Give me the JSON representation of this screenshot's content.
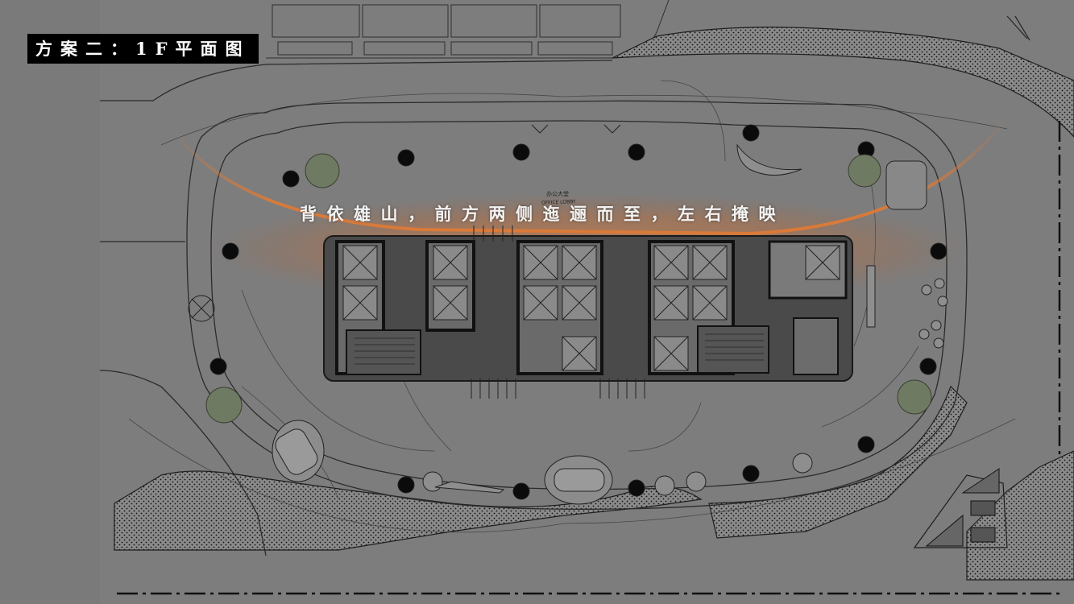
{
  "page_title": "方案二：1F平面图",
  "caption": "背依雄山，前方两侧迤逦而至，左右掩映",
  "plan_labels": {
    "lobby_cn": "办公大堂",
    "lobby_en": "OFFICE LOBBY"
  },
  "colors": {
    "background": "#7a7a7a",
    "title_bg": "#000000",
    "title_text": "#ffffff",
    "orange_arc": "#e07a35",
    "lines": "#2b2b2b"
  }
}
